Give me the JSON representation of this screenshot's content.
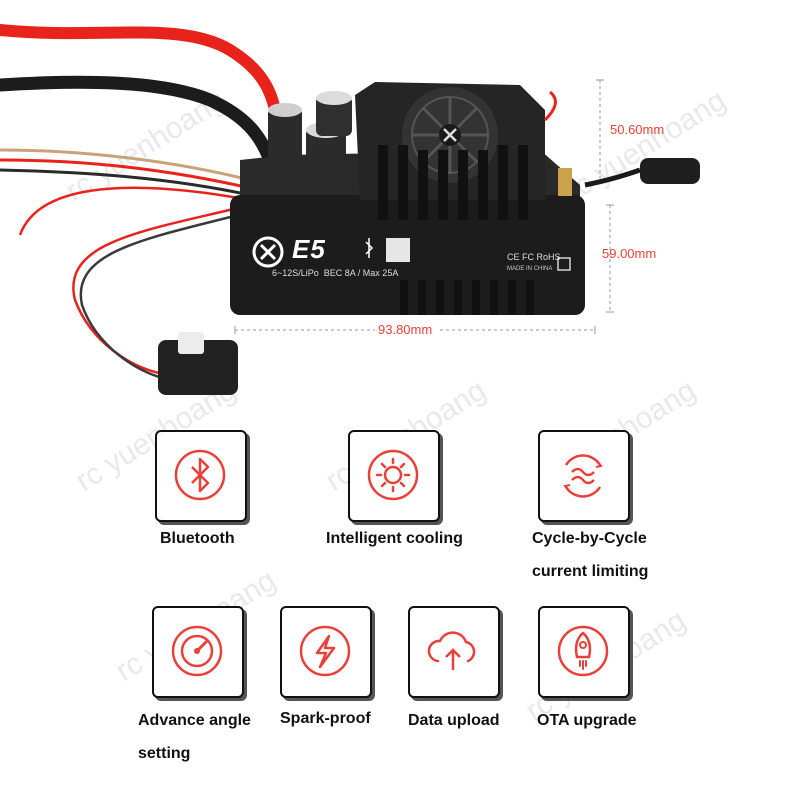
{
  "watermark": "rc yuenhoang",
  "product": {
    "logo_text": "E5",
    "spec_line": "6~12S/LiPo  BEC 8A / Max 25A",
    "cert_line": "CE FC RoHS",
    "made_line": "MADE IN CHINA"
  },
  "dimensions": {
    "height_top": "50.60mm",
    "height_side": "59.00mm",
    "width": "93.80mm"
  },
  "features": [
    {
      "label": "Bluetooth",
      "icon": "bluetooth-icon"
    },
    {
      "label": "Intelligent cooling",
      "icon": "cooling-sun-icon"
    },
    {
      "label": "Cycle-by-Cycle",
      "label2": "current limiting",
      "icon": "current-limit-icon"
    },
    {
      "label": "Advance angle",
      "label2": "setting",
      "icon": "gauge-icon"
    },
    {
      "label": "Spark-proof",
      "icon": "lightning-icon"
    },
    {
      "label": "Data upload",
      "icon": "cloud-upload-icon"
    },
    {
      "label": "OTA upgrade",
      "icon": "rocket-icon"
    }
  ],
  "colors": {
    "accent_red": "#e8403a",
    "esc_body": "#1c1c1c",
    "wire_red": "#e8231c"
  }
}
